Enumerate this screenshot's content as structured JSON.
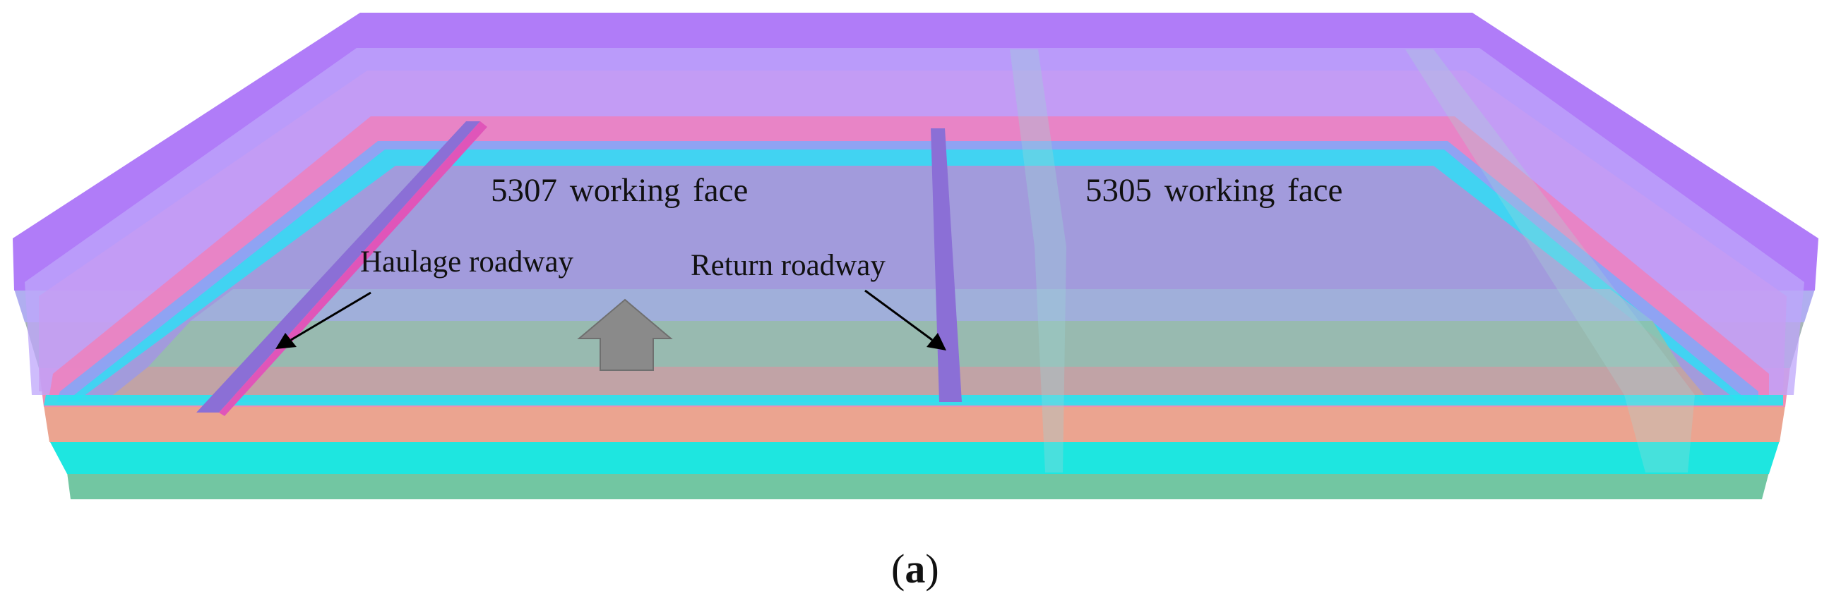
{
  "labels": {
    "face_5307": "5307  working face",
    "face_5305": "5305  working face",
    "haulage": "Haulage roadway",
    "return": "Return roadway"
  },
  "caption": {
    "open": "(",
    "letter": "a",
    "close": ")"
  },
  "colors": {
    "top_layer": "#b07cf8",
    "upper_layers": "#c6a0f5",
    "mid_layer": "#a9a2e0",
    "pink_layer": "#f47cb6",
    "salmon_layer": "#eba490",
    "cyan_layer": "#1ee6e0",
    "green_layer": "#72c6a2",
    "roadway": "#8b6fd6",
    "advance_arrow": "#8a8a8a"
  }
}
